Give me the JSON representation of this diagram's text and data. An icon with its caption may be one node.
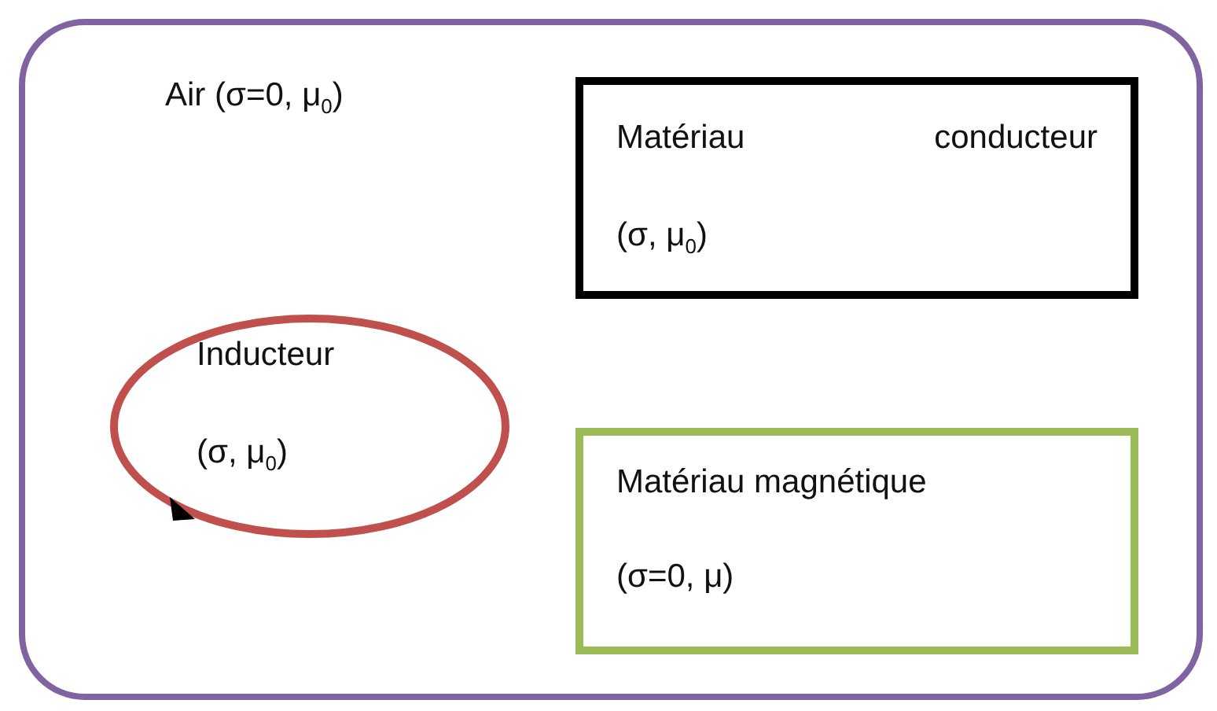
{
  "diagram": {
    "nodes": [
      {
        "text": [
          "Air (σ=0, μ$_{0}$)"
        ]
      },
      {
        "text": [
          "Matériau conducteur",
          "(σ, μ$_{0}$)"
        ],
        "in": 0
      },
      {
        "text": [
          "Inducteur",
          "(σ, μ$_{0}$)"
        ],
        "in": 0
      },
      {
        "text": [
          "Matériau magnétique",
          "(σ=0, μ)"
        ],
        "in": 0
      }
    ]
  }
}
